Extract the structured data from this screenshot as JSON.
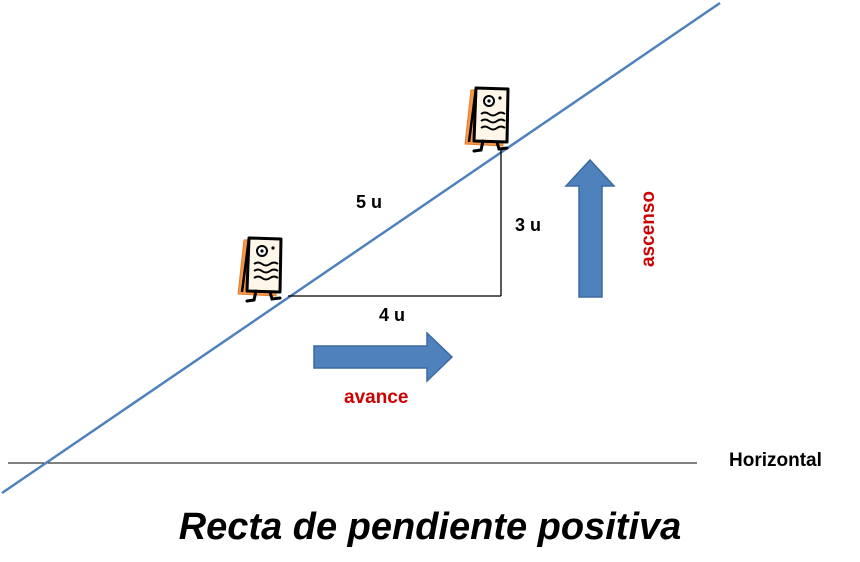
{
  "diagram": {
    "title": "Recta de pendiente positiva",
    "horizontal_label": "Horizontal",
    "hypotenuse_length": "5 u",
    "run_length": "4 u",
    "rise_length": "3 u",
    "run_label": "avance",
    "rise_label": "ascenso"
  },
  "colors": {
    "line": "#4f81bd",
    "arrow_fill": "#4f81bd",
    "arrow_stroke": "#3a6aa0",
    "label_red": "#cc0000",
    "character_orange": "#f79646",
    "text": "#000000"
  },
  "icons": [
    "document-character-icon",
    "document-character-icon"
  ]
}
